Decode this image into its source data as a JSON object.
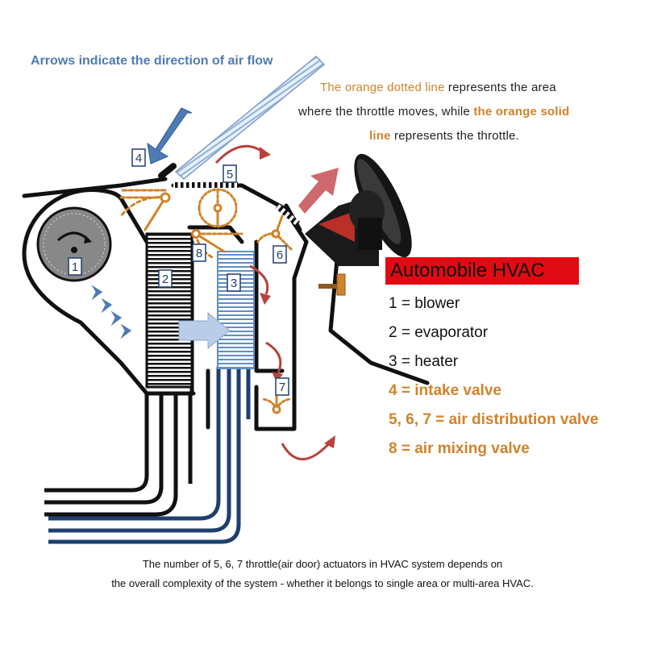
{
  "header": {
    "arrows_note": "Arrows indicate the direction of air flow",
    "throttle_note": {
      "line1_orange": "The orange dotted line",
      "line1_rest": " represents the area",
      "line2_start": "where the throttle moves, while ",
      "line2_orange": "the orange solid",
      "line3_orange": "line",
      "line3_rest": " represents the throttle."
    }
  },
  "legend": {
    "title": "Automobile HVAC",
    "items": [
      {
        "text": "1 = blower"
      },
      {
        "text": "2 = evaporator"
      },
      {
        "text": "3 = heater"
      },
      {
        "prefix": "4 = ",
        "text": "intake valve"
      },
      {
        "text": "5, 6, 7 = air distribution valve"
      },
      {
        "text": "8 = air mixing valve"
      }
    ]
  },
  "component_labels": [
    "1",
    "2",
    "3",
    "4",
    "5",
    "6",
    "7",
    "8"
  ],
  "caption": {
    "line1": "The number of 5, 6, 7 throttle(air door) actuators in HVAC system depends on",
    "line2": "the overall complexity of the system - whether it belongs to single area or multi-area HVAC."
  },
  "colors": {
    "duct_black": "#111111",
    "duct_navy": "#1f3f6e",
    "throttle_orange": "#d0832a",
    "airflow_blue": "#4f7bb5",
    "airflow_red": "#b8423c",
    "title_red": "#e00b12"
  }
}
